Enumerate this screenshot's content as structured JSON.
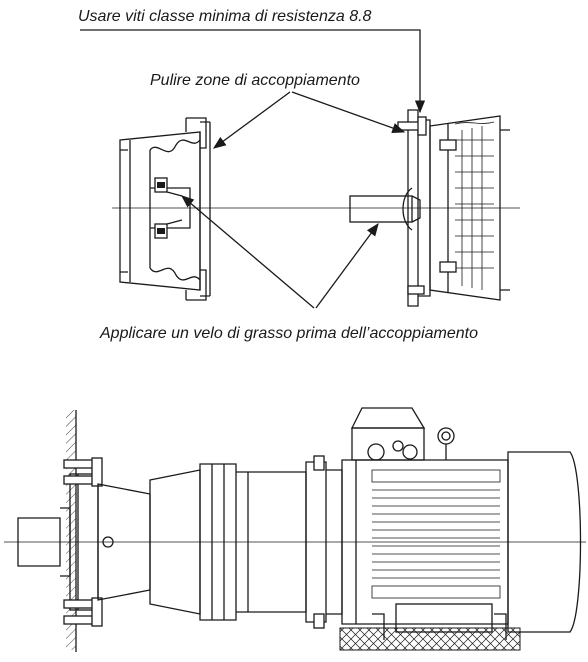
{
  "labels": {
    "bolts": "Usare viti classe minima di resistenza 8.8",
    "clean": "Pulire zone di accoppiamento",
    "grease": "Applicare un velo di grasso prima dell’accoppiamento"
  },
  "colors": {
    "ink": "#1a1a1a",
    "background": "#ffffff"
  }
}
